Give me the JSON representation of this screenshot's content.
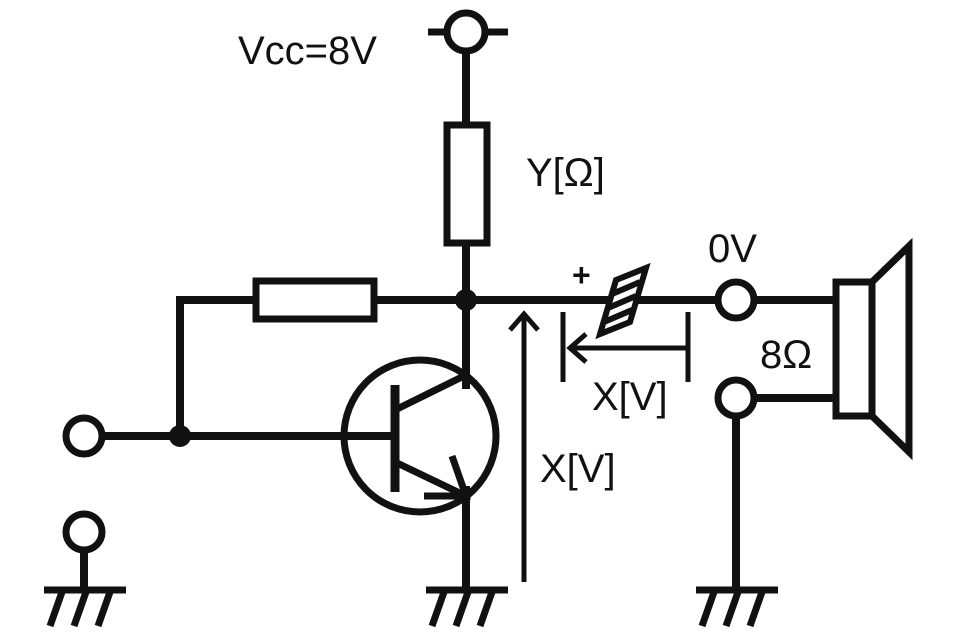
{
  "labels": {
    "vcc": "Vcc=8V",
    "resistor_y": "Y[Ω]",
    "cap_plus": "+",
    "output_top": "0V",
    "speaker_impedance": "8Ω",
    "cap_voltage": "X[V]",
    "collector_voltage": "X[V]"
  },
  "colors": {
    "line": "#111111",
    "background": "#ffffff"
  }
}
